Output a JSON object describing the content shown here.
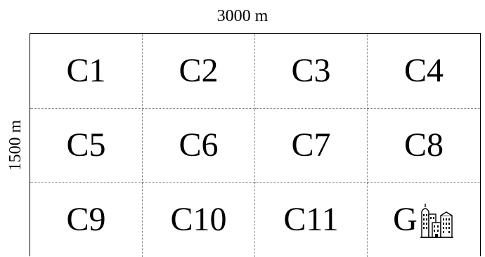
{
  "width_label": "3000 m",
  "height_label": "1500 m",
  "cells": [
    "C1",
    "C2",
    "C3",
    "C4",
    "C5",
    "C6",
    "C7",
    "C8",
    "C9",
    "C10",
    "C11",
    "G"
  ],
  "goal_icon": "city-buildings-icon"
}
